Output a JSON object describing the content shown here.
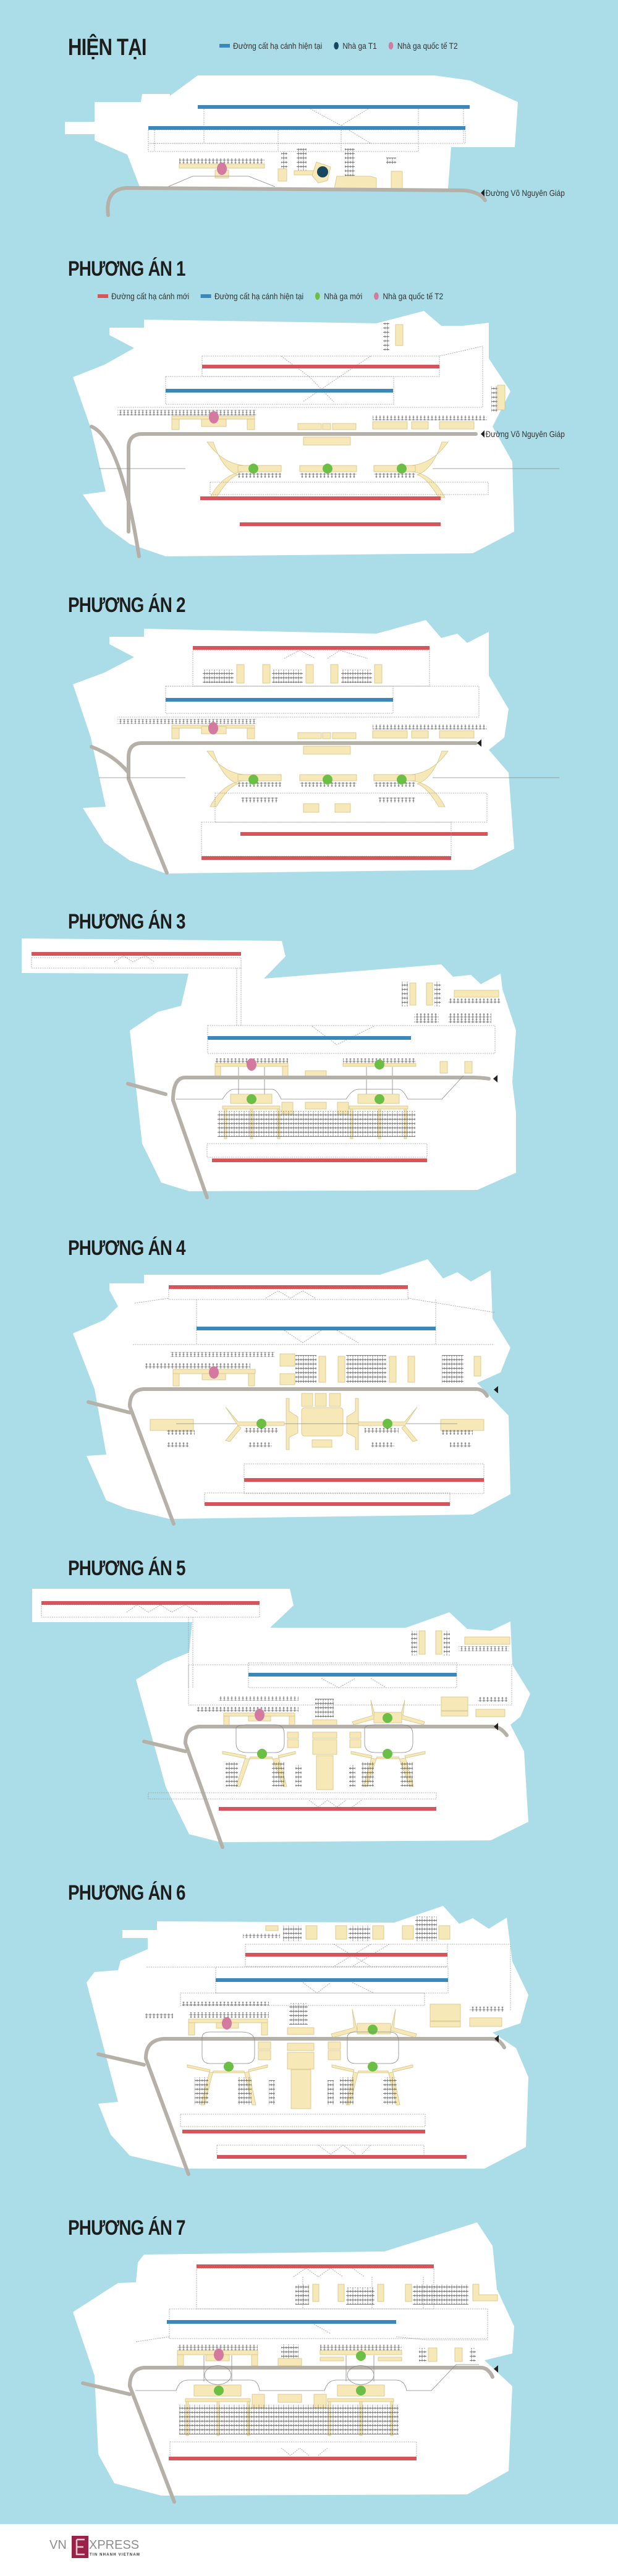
{
  "sections": [
    {
      "title": "HIỆN TẠI"
    },
    {
      "title": "PHƯƠNG ÁN 1"
    },
    {
      "title": "PHƯƠNG ÁN 2"
    },
    {
      "title": "PHƯƠNG ÁN 3"
    },
    {
      "title": "PHƯƠNG ÁN 4"
    },
    {
      "title": "PHƯƠNG ÁN 5"
    },
    {
      "title": "PHƯƠNG ÁN 6"
    },
    {
      "title": "PHƯƠNG ÁN 7"
    }
  ],
  "legend_current": [
    {
      "label": "Đường cất hạ cánh  hiện tại",
      "color": "#3987bb",
      "shape": "bar"
    },
    {
      "label": "Nhà ga T1",
      "color": "#17465f",
      "shape": "dot"
    },
    {
      "label": "Nhà ga quốc tế T2",
      "color": "#d47aa0",
      "shape": "dot"
    }
  ],
  "legend_plans": [
    {
      "label": "Đường cất hạ cánh mới",
      "color": "#d6555a",
      "shape": "bar"
    },
    {
      "label": "Đường cất  hạ cánh  hiện tại",
      "color": "#3987bb",
      "shape": "bar"
    },
    {
      "label": "Nhà ga mới",
      "color": "#6cbf45",
      "shape": "dot"
    },
    {
      "label": "Nhà ga quốc tế T2",
      "color": "#d47aa0",
      "shape": "dot"
    }
  ],
  "road_label": "Đường Võ Nguyên Giáp",
  "logo": {
    "brand": "VNEXPRESS",
    "tagline": "TIN NHANH VIETNAM"
  },
  "colors": {
    "water": "#aadde7",
    "new_runway": "#d6555a",
    "current_runway": "#3987bb",
    "new_terminal": "#6cbf45",
    "t2": "#d47aa0",
    "t1": "#17465f",
    "building": "#f7e9b7",
    "road": "#b5b1a8"
  }
}
